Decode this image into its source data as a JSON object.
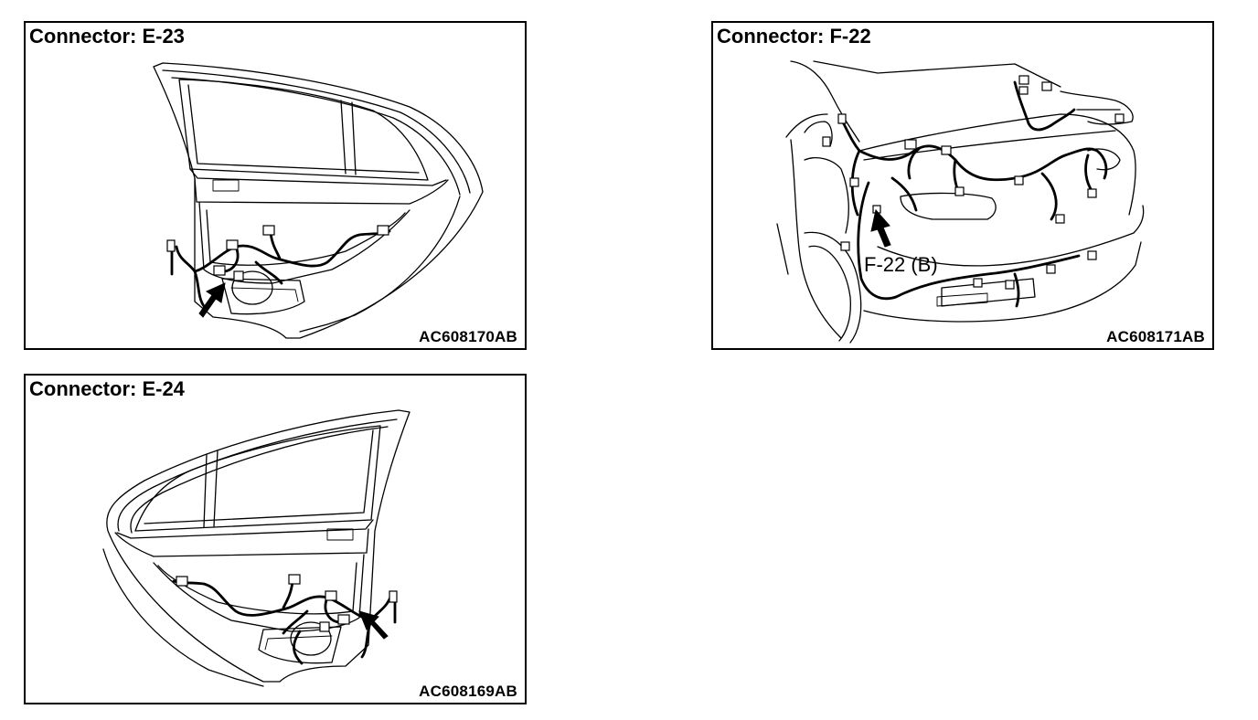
{
  "panels": [
    {
      "title": "Connector: E-23",
      "code": "AC608170AB"
    },
    {
      "title": "Connector: F-22",
      "code": "AC608171AB",
      "callout": "F-22 (B)"
    },
    {
      "title": "Connector: E-24",
      "code": "AC608169AB"
    }
  ],
  "icons": {
    "pointer": "black-arrow-icon"
  }
}
